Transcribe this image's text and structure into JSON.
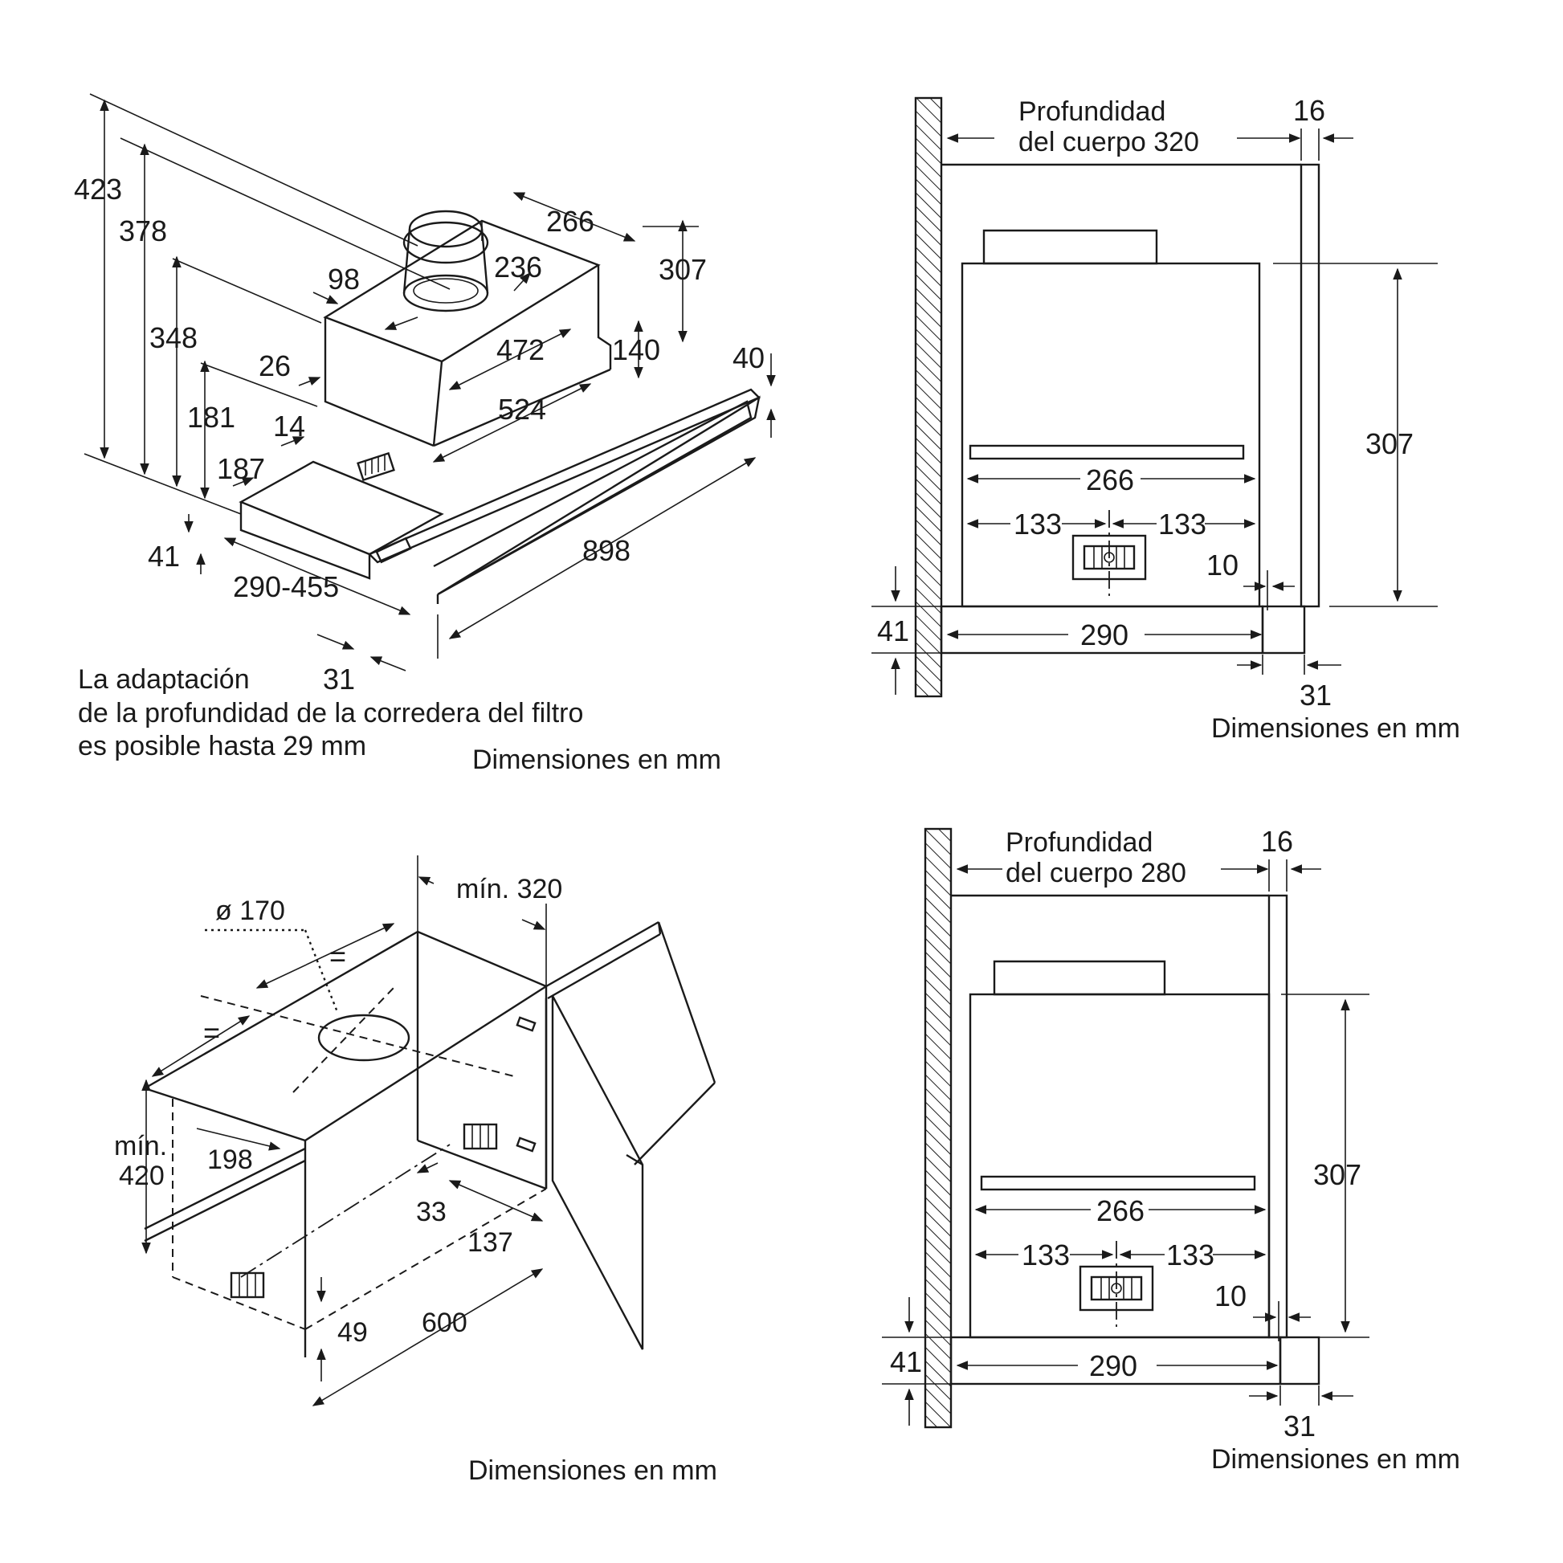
{
  "colors": {
    "ink": "#1a1a1a",
    "background": "#ffffff"
  },
  "top_left": {
    "dims": {
      "d423": "423",
      "d378": "378",
      "d348": "348",
      "d181": "181",
      "d187": "187",
      "d41": "41",
      "d98": "98",
      "d26": "26",
      "d14": "14",
      "d266": "266",
      "d236": "236",
      "d307": "307",
      "d472": "472",
      "d524": "524",
      "d140": "140",
      "d40": "40",
      "d898": "898",
      "d290_455": "290-455",
      "d31": "31"
    },
    "note_lines": [
      "La adaptación",
      "de la profundidad de la corredera del filtro",
      "es posible hasta 29 mm"
    ],
    "units": "Dimensiones en mm"
  },
  "top_right": {
    "depth_line1": "Profundidad",
    "depth_line2": "del cuerpo 320",
    "d16": "16",
    "d307": "307",
    "d266": "266",
    "d133a": "133",
    "d133b": "133",
    "d10": "10",
    "d41": "41",
    "d290": "290",
    "d31": "31",
    "units": "Dimensiones en mm"
  },
  "bottom_left": {
    "diameter": "ø 170",
    "min320": "mín. 320",
    "eq1": "=",
    "eq2": "=",
    "min420_line1": "mín.",
    "min420_line2": "420",
    "d198": "198",
    "d33": "33",
    "d137": "137",
    "d49": "49",
    "d600": "600",
    "units": "Dimensiones en mm"
  },
  "bottom_right": {
    "depth_line1": "Profundidad",
    "depth_line2": "del cuerpo 280",
    "d16": "16",
    "d307": "307",
    "d266": "266",
    "d133a": "133",
    "d133b": "133",
    "d10": "10",
    "d41": "41",
    "d290": "290",
    "d31": "31",
    "units": "Dimensiones en mm"
  }
}
